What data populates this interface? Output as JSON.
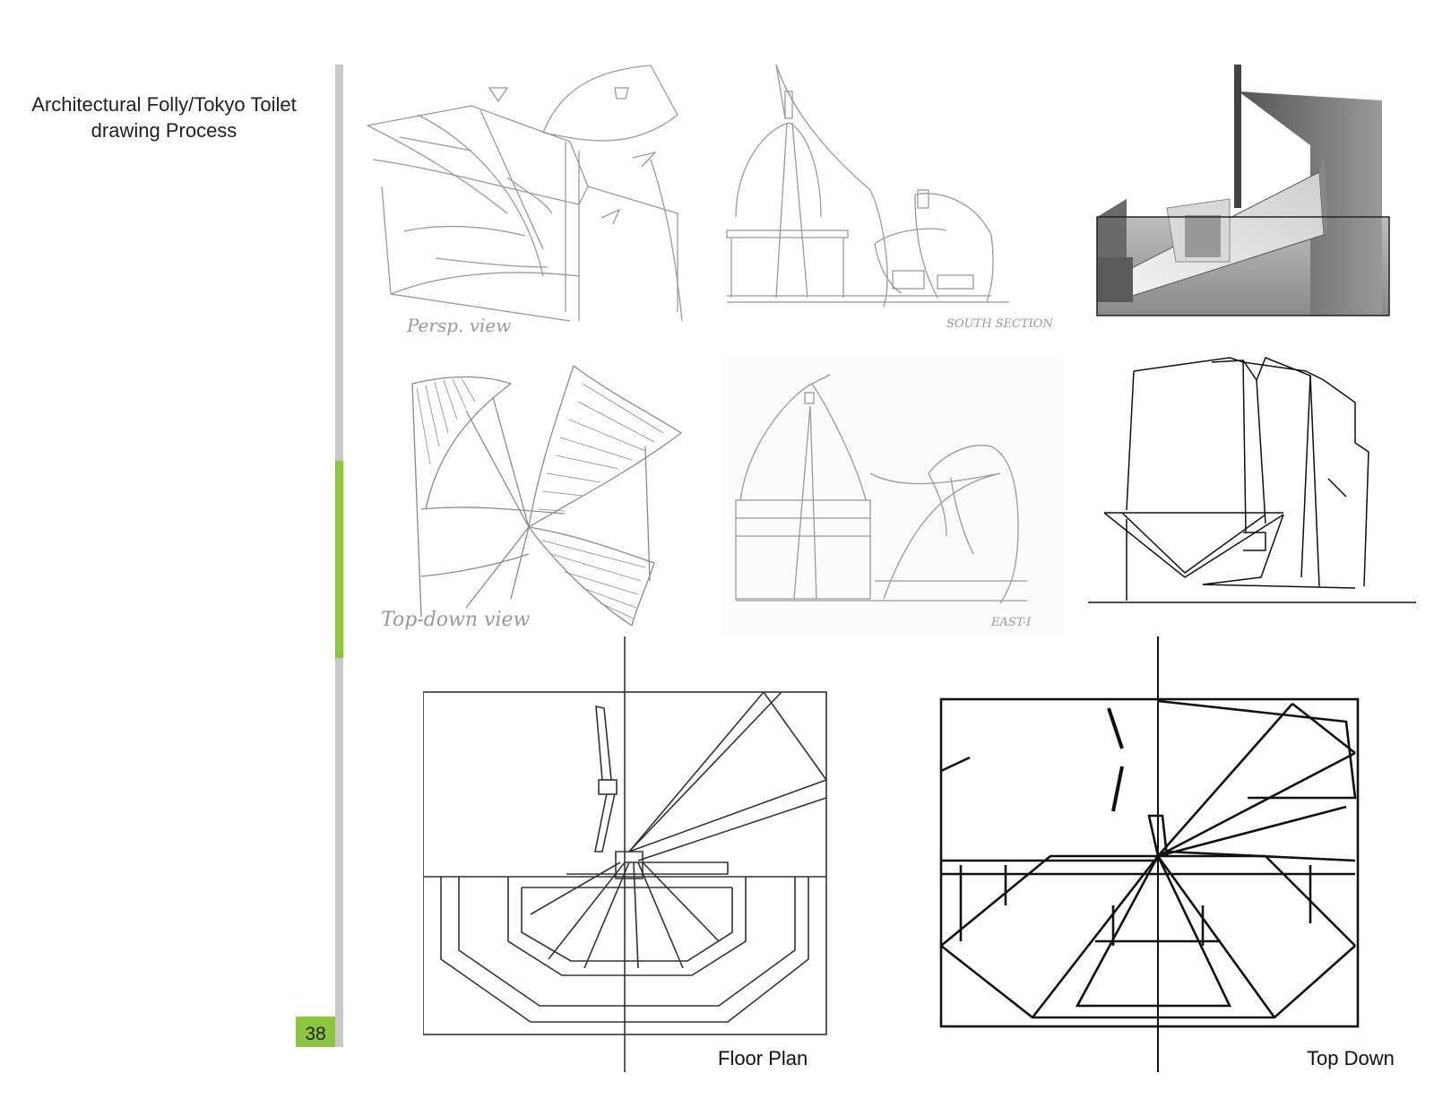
{
  "page": {
    "title_line1": "Architectural Folly/Tokyo Toilet",
    "title_line2": "drawing Process",
    "page_number": "38"
  },
  "sketches": [
    {
      "name": "perspective-sketch",
      "handwriting": "Persp. view"
    },
    {
      "name": "south-section-sketch",
      "handwriting": "SOUTH SECTION"
    },
    {
      "name": "shaded-perspective-render",
      "handwriting": ""
    },
    {
      "name": "top-down-sketch",
      "handwriting": "Top-down view"
    },
    {
      "name": "east-elevation-sketch",
      "handwriting": "EAST-I"
    },
    {
      "name": "line-elevation-drawing",
      "handwriting": ""
    }
  ],
  "captions": {
    "floor_plan": "Floor Plan",
    "top_down": "Top Down"
  },
  "colors": {
    "accent": "#8cc63f",
    "rule": "#c8c8c8"
  }
}
